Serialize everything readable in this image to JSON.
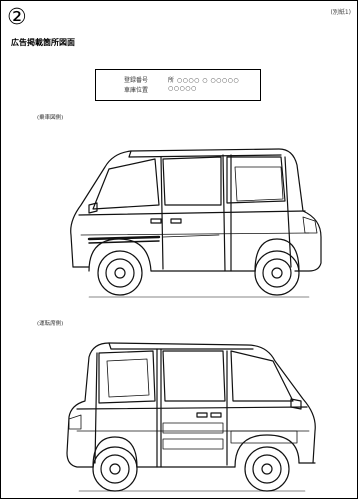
{
  "document": {
    "circle_number": "②",
    "page_ref": "(別紙1)",
    "title": "広告掲載箇所図面",
    "info_table": [
      {
        "label": "登録番号",
        "value": "所 ○○○○ ○ ○○○○○"
      },
      {
        "label": "車庫位置",
        "value": "○○○○○"
      }
    ],
    "views": [
      {
        "label": "(乗車図側)"
      },
      {
        "label": "(運転席側)"
      }
    ]
  }
}
